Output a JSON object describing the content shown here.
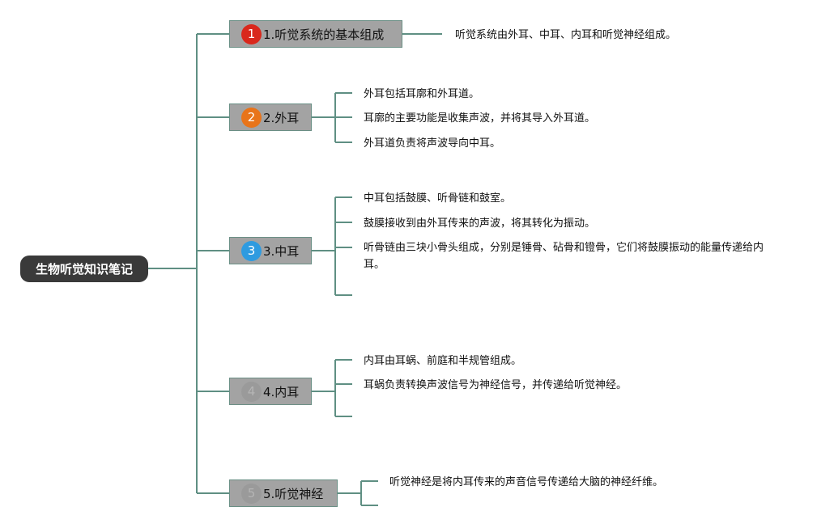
{
  "root": {
    "label": "生物听觉知识笔记"
  },
  "colors": {
    "line": "#5f8f83",
    "root_bg": "#3a3a3a",
    "topic_bg": "#a3a3a3",
    "badge_1": "#d9281c",
    "badge_2": "#e8741a",
    "badge_3": "#2f9be0",
    "badge_4": "#9a9a9a",
    "badge_5": "#9a9a9a"
  },
  "topics": [
    {
      "badge": "1",
      "label": "1.听觉系统的基本组成",
      "details": [
        "听觉系统由外耳、中耳、内耳和听觉神经组成。"
      ]
    },
    {
      "badge": "2",
      "label": "2.外耳",
      "details": [
        "外耳包括耳廓和外耳道。",
        "耳廓的主要功能是收集声波，并将其导入外耳道。",
        "外耳道负责将声波导向中耳。"
      ]
    },
    {
      "badge": "3",
      "label": "3.中耳",
      "details": [
        "中耳包括鼓膜、听骨链和鼓室。",
        "鼓膜接收到由外耳传来的声波，将其转化为振动。",
        "听骨链由三块小骨头组成，分别是锤骨、砧骨和镫骨，它们将鼓膜振动的能量传递给内耳。",
        ""
      ]
    },
    {
      "badge": "4",
      "label": "4.内耳",
      "details": [
        "内耳由耳蜗、前庭和半规管组成。",
        "耳蜗负责转换声波信号为神经信号，并传递给听觉神经。",
        ""
      ]
    },
    {
      "badge": "5",
      "label": "5.听觉神经",
      "details": [
        "听觉神经是将内耳传来的声音信号传递给大脑的神经纤维。",
        ""
      ]
    }
  ]
}
